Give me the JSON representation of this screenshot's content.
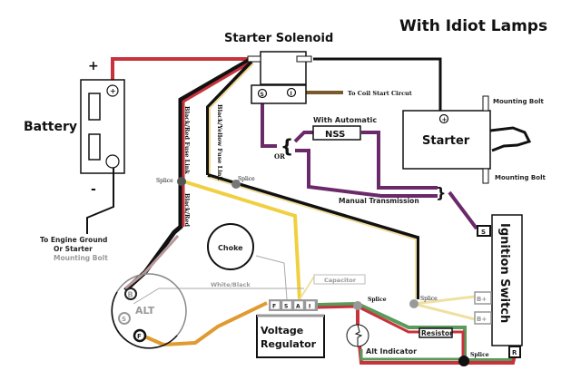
{
  "diagram": {
    "title": "With Idiot Lamps",
    "components": {
      "starter_solenoid": "Starter Solenoid",
      "battery": "Battery",
      "battery_plus": "+",
      "battery_minus": "-",
      "starter": "Starter",
      "mounting_bolt_top": "Mounting Bolt",
      "mounting_bolt_bottom": "Mounting Bolt",
      "nss": "NSS",
      "with_automatic": "With Automatic",
      "or_label": "OR",
      "manual_transmission": "Manual Transmission",
      "to_coil": "To Coil Start Circut",
      "choke": "Choke",
      "alt": "ALT",
      "alt_b": "B",
      "alt_s": "S",
      "alt_f": "F",
      "voltage_regulator_line1": "Voltage",
      "voltage_regulator_line2": "Regulator",
      "vr_terminals": [
        "F",
        "S",
        "A",
        "I"
      ],
      "capacitor": "Capacitor",
      "ignition_switch": "Ignition Switch",
      "ign_s": "S",
      "ign_bplus1": "B+",
      "ign_bplus2": "B+",
      "ign_r": "R",
      "resistor": "Resistor",
      "alt_indicator": "Alt Indicator",
      "ground_line1": "To  Engine Ground",
      "ground_line2": "Or Starter",
      "ground_line3": "Mounting Bolt",
      "solenoid_s": "S",
      "solenoid_i": "I"
    },
    "wire_labels": {
      "black_red_fuse": "Black/Red Fuse Link",
      "black_yellow_fuse": "Black/Yellow Fuse Link",
      "black_red": "Black/Red",
      "white_black": "White/Black"
    },
    "splices": [
      "Splice",
      "Splice",
      "Splice",
      "Splice",
      "Splice"
    ],
    "colors": {
      "red": "#c8323c",
      "black": "#111111",
      "yellow": "#f0d040",
      "purple": "#6a2a6a",
      "brown": "#7a5a2a",
      "orange": "#e09a30",
      "green": "#5a9a5a",
      "gray": "#999999"
    }
  }
}
